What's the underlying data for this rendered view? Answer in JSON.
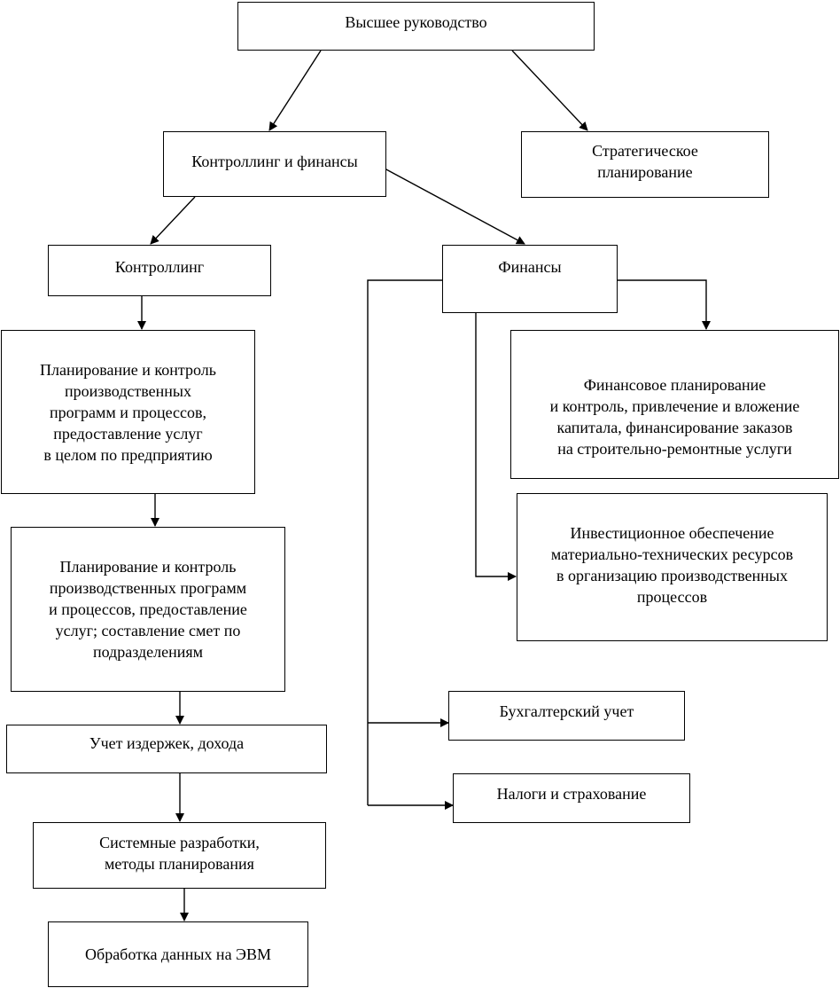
{
  "diagram": {
    "top_management": "Высшее руководство",
    "controlling_and_finance": "Контроллинг и финансы",
    "strategic_planning": "Стратегическое\nпланирование",
    "controlling": "Контроллинг",
    "finance": "Финансы",
    "planning_company": "Планирование и контроль\nпроизводственных\nпрограмм и процессов,\nпредоставление услуг\nв целом по предприятию",
    "planning_departments": "Планирование и контроль\nпроизводственных программ\nи процессов, предоставление\nуслуг; составление смет по\nподразделениям",
    "cost_accounting": "Учет издержек, дохода",
    "system_development": "Системные разработки,\nметоды планирования",
    "data_processing": "Обработка данных на ЭВМ",
    "financial_planning": "Финансовое планирование\nи контроль, привлечение и вложение\nкапитала, финансирование заказов\nна строительно-ремонтные услуги",
    "investment": "Инвестиционное обеспечение\nматериально-технических ресурсов\nв организацию производственных\nпроцессов",
    "accounting": "Бухгалтерский учет",
    "taxes_insurance": "Налоги и страхование"
  }
}
